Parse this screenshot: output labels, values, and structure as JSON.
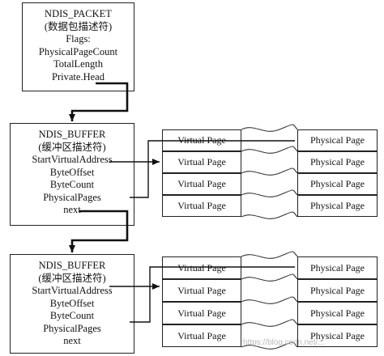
{
  "packet": {
    "lines": [
      "NDIS_PACKET",
      "(数据包描述符)",
      "Flags:",
      "PhysicalPageCount",
      "TotalLength",
      "Private.Head"
    ]
  },
  "buffers": [
    {
      "lines": [
        "NDIS_BUFFER",
        "(缓冲区描述符)",
        "StartVirtualAddress",
        "ByteOffset",
        "ByteCount",
        "PhysicalPages",
        "next"
      ]
    },
    {
      "lines": [
        "NDIS_BUFFER",
        "(缓冲区描述符)",
        "StartVirtualAddress",
        "ByteOffset",
        "ByteCount",
        "PhysicalPages",
        "next"
      ]
    }
  ],
  "page_map": {
    "virtual_label": "Virtual Page",
    "physical_label": "Physical Page"
  },
  "watermark": "https://blog.csdn.net/..."
}
